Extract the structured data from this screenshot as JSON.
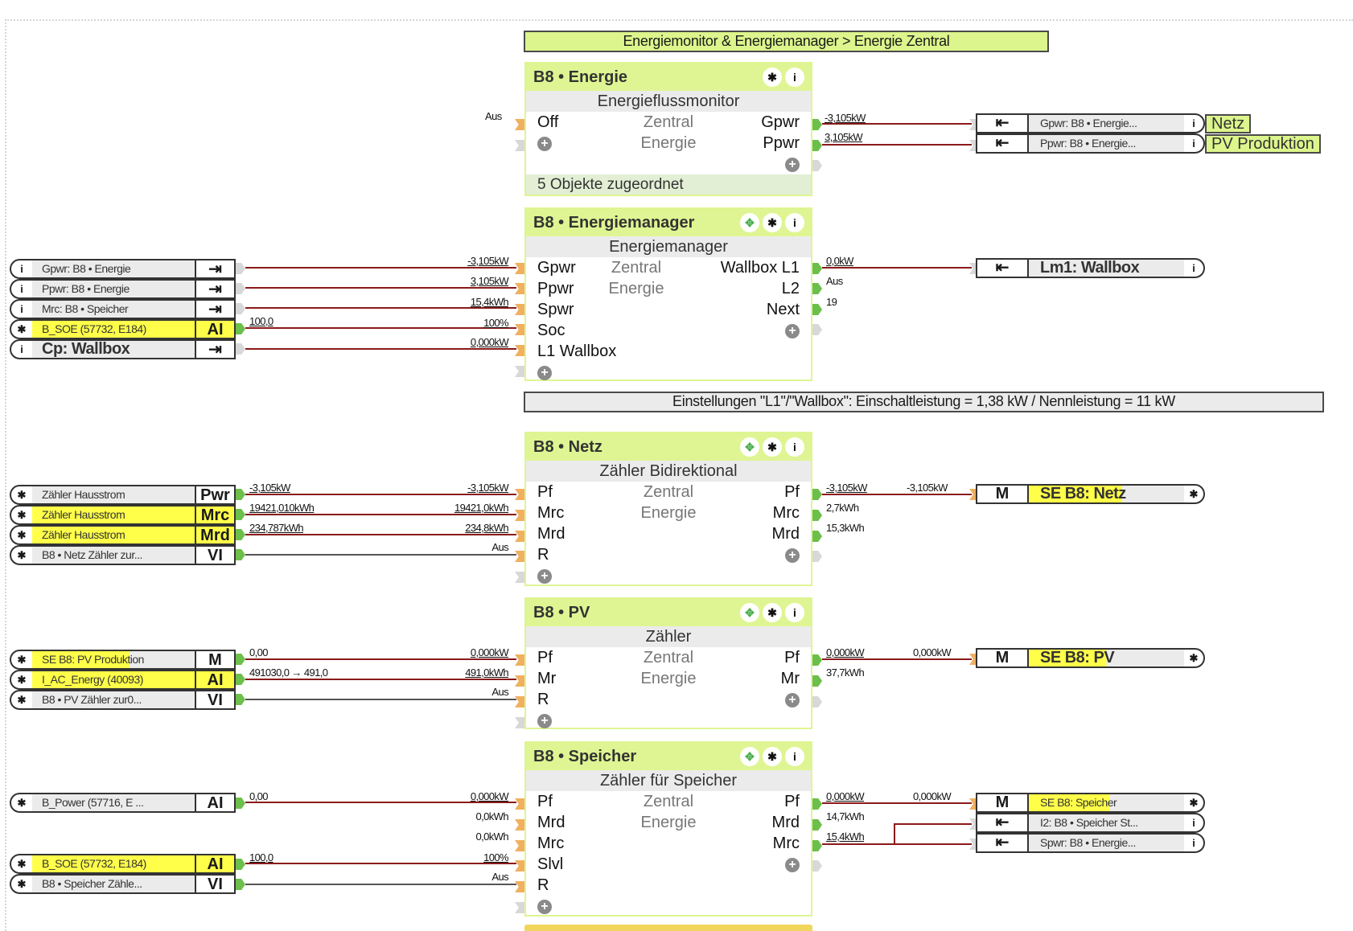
{
  "header": {
    "title": "Energiemonitor & Energiemanager > Energie Zentral"
  },
  "note": "Einstellungen \"L1\"/\"Wallbox\": Einschaltleistung = 1,38 kW / Nennleistung = 11 kW",
  "colors": {
    "block_header": "#dff593",
    "title_fill": "#dcf58c",
    "wire": "#8b1a1a",
    "input_port": "#f0b060",
    "output_port": "#6cbf4a",
    "highlight": "#ffff4a"
  },
  "blocks": {
    "energie": {
      "title": "B8 • Energie",
      "subtitle": "Energieflussmonitor",
      "center1": "Zentral",
      "center2": "Energie",
      "inputs": [
        "Off"
      ],
      "outputs": [
        "Gpwr",
        "Ppwr"
      ],
      "input_values": [
        "Aus"
      ],
      "output_values": [
        "-3,105kW",
        "3,105kW"
      ],
      "footer": "5 Objekte zugeordnet"
    },
    "manager": {
      "title": "B8 • Energiemanager",
      "subtitle": "Energiemanager",
      "center1": "Zentral",
      "center2": "Energie",
      "inputs": [
        "Gpwr",
        "Ppwr",
        "Spwr",
        "Soc",
        "L1 Wallbox"
      ],
      "outputs": [
        "Wallbox L1",
        "L2",
        "Next"
      ],
      "input_values": [
        "-3,105kW",
        "3,105kW",
        "15,4kWh",
        "100%",
        "0,000kW"
      ],
      "output_values": [
        "0,0kW",
        "Aus",
        "19"
      ]
    },
    "netz": {
      "title": "B8 • Netz",
      "subtitle": "Zähler Bidirektional",
      "center1": "Zentral",
      "center2": "Energie",
      "inputs": [
        "Pf",
        "Mrc",
        "Mrd",
        "R"
      ],
      "outputs": [
        "Pf",
        "Mrc",
        "Mrd"
      ],
      "input_values": [
        "-3,105kW",
        "19421,0kWh",
        "234,8kWh",
        "Aus"
      ],
      "output_values": [
        "-3,105kW",
        "2,7kWh",
        "15,3kWh"
      ]
    },
    "pv": {
      "title": "B8 • PV",
      "subtitle": "Zähler",
      "center1": "Zentral",
      "center2": "Energie",
      "inputs": [
        "Pf",
        "Mr",
        "R"
      ],
      "outputs": [
        "Pf",
        "Mr"
      ],
      "input_values": [
        "0,000kW",
        "491,0kWh",
        "Aus"
      ],
      "output_values": [
        "0,000kW",
        "37,7kWh"
      ]
    },
    "speicher": {
      "title": "B8 • Speicher",
      "subtitle": "Zähler für Speicher",
      "center1": "Zentral",
      "center2": "Energie",
      "inputs": [
        "Pf",
        "Mrd",
        "Mrc",
        "Slvl",
        "R"
      ],
      "outputs": [
        "Pf",
        "Mrd",
        "Mrc"
      ],
      "input_values": [
        "0,000kW",
        "0,0kWh",
        "0,0kWh",
        "100%",
        "Aus"
      ],
      "output_values": [
        "0,000kW",
        "14,7kWh",
        "15,4kWh"
      ]
    }
  },
  "left_inputs": {
    "manager": [
      {
        "label": "Gpwr: B8 • Energie",
        "type": "⇥",
        "icon": "i",
        "source_value": ""
      },
      {
        "label": "Ppwr: B8 • Energie",
        "type": "⇥",
        "icon": "i",
        "source_value": ""
      },
      {
        "label": "Mrc: B8 • Speicher",
        "type": "⇥",
        "icon": "i",
        "source_value": ""
      },
      {
        "label": "B_SOE (57732, E184)",
        "type": "AI",
        "icon": "gear",
        "source_value": "100,0"
      },
      {
        "label": "Cp: Wallbox",
        "type": "⇥",
        "icon": "i",
        "source_value": ""
      }
    ],
    "netz": [
      {
        "label": "Zähler Hausstrom",
        "type": "Pwr",
        "source_value": "-3,105kW"
      },
      {
        "label": "Zähler Hausstrom",
        "type": "Mrc",
        "source_value": "19421,010kWh"
      },
      {
        "label": "Zähler Hausstrom",
        "type": "Mrd",
        "source_value": "234,787kWh"
      },
      {
        "label": "B8 • Netz Zähler zur...",
        "type": "VI",
        "source_value": ""
      }
    ],
    "pv": [
      {
        "label": "SE B8: PV Produktion",
        "type": "M",
        "source_value": "0,00"
      },
      {
        "label": "I_AC_Energy (40093)",
        "type": "AI",
        "source_value": "491030,0 → 491,0"
      },
      {
        "label": "B8 • PV Zähler zur0...",
        "type": "VI",
        "source_value": ""
      }
    ],
    "speicher": [
      {
        "label": "B_Power  (57716,  E ...",
        "type": "AI",
        "source_value": "0,00"
      },
      {
        "label": "B_SOE (57732, E184)",
        "type": "AI",
        "source_value": "100,0"
      },
      {
        "label": "B8 • Speicher Zähle...",
        "type": "VI",
        "source_value": ""
      }
    ]
  },
  "right_outputs": {
    "energie": [
      {
        "label": "Gpwr: B8 • Energie...",
        "tag": "Netz"
      },
      {
        "label": "Ppwr: B8 • Energie...",
        "tag": "PV Produktion"
      }
    ],
    "manager": [
      {
        "label": "Lm1: Wallbox"
      }
    ],
    "netz": [
      {
        "type": "M",
        "label": "SE B8: Netz",
        "value": "-3,105kW"
      }
    ],
    "pv": [
      {
        "type": "M",
        "label": "SE B8: PV",
        "value": "0,000kW"
      }
    ],
    "speicher": [
      {
        "type": "M",
        "label": "SE B8: Speicher",
        "value": "0,000kW"
      },
      {
        "label": "I2: B8 • Speicher St..."
      },
      {
        "label": "Spwr: B8 • Energie..."
      }
    ]
  }
}
